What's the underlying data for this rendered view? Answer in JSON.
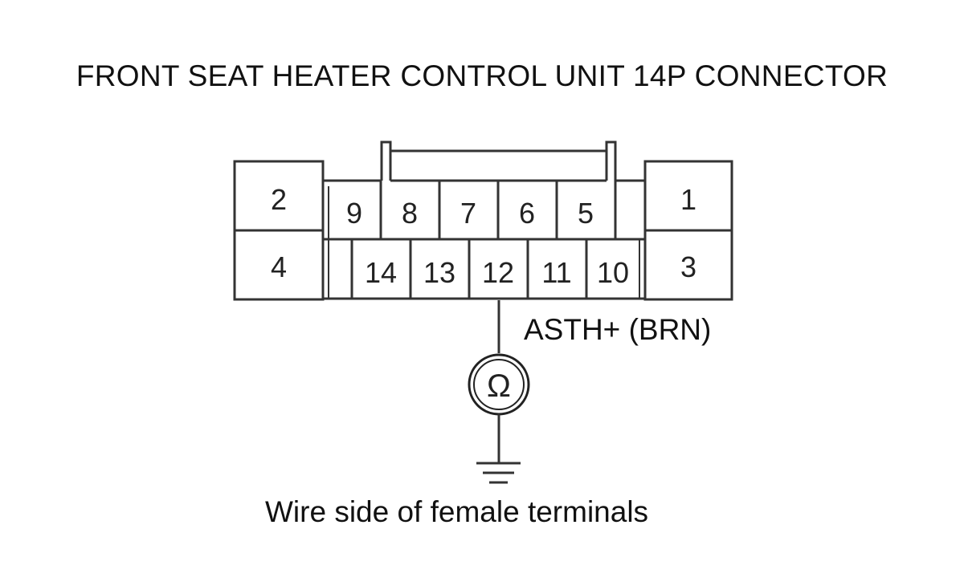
{
  "title": "FRONT SEAT HEATER CONTROL UNIT 14P CONNECTOR",
  "connector": {
    "pins": {
      "p1": "1",
      "p2": "2",
      "p3": "3",
      "p4": "4",
      "p5": "5",
      "p6": "6",
      "p7": "7",
      "p8": "8",
      "p9": "9",
      "p10": "10",
      "p11": "11",
      "p12": "12",
      "p13": "13",
      "p14": "14"
    }
  },
  "probe": {
    "wire_label": "ASTH+ (BRN)",
    "meter_symbol": "Ω",
    "meter_icon": "ohmmeter-icon",
    "ground_icon": "ground-icon"
  },
  "caption": "Wire side of female terminals"
}
